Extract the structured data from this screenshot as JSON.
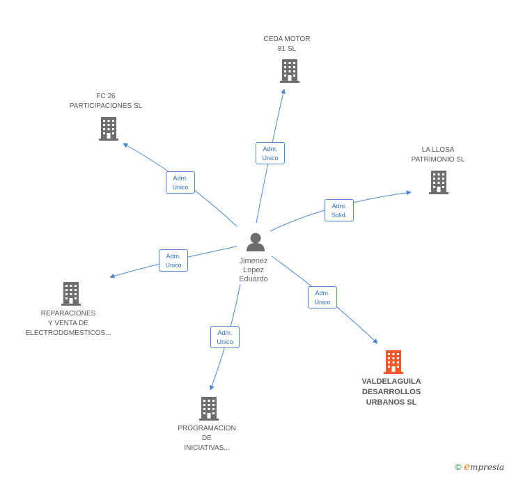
{
  "colors": {
    "edge": "#4a86d4",
    "building": "#6e6e6e",
    "main_building": "#f05a28",
    "person": "#6e6e6e"
  },
  "person": {
    "label": "Jimenez\nLopez\nEduardo",
    "icon": "person-icon"
  },
  "companies": [
    {
      "id": "ceda",
      "label": "CEDA MOTOR\n81 SL",
      "main": false
    },
    {
      "id": "fc26",
      "label": "FC 26\nPARTICIPACIONES SL",
      "main": false
    },
    {
      "id": "llosa",
      "label": "LA LLOSA\nPATRIMONIO SL",
      "main": false
    },
    {
      "id": "reparaciones",
      "label": "REPARACIONES\nY VENTA DE\nELECTRODOMESTICOS...",
      "main": false
    },
    {
      "id": "valdelaguila",
      "label": "VALDELAGUILA\nDESARROLLOS\nURBANOS SL",
      "main": true
    },
    {
      "id": "programacion",
      "label": "PROGRAMACION\nDE\nINICIATIVAS...",
      "main": false
    }
  ],
  "edges": [
    {
      "to": "ceda",
      "label": "Adm.\nUnico"
    },
    {
      "to": "fc26",
      "label": "Adm.\nUnico"
    },
    {
      "to": "llosa",
      "label": "Adm.\nSolid."
    },
    {
      "to": "reparaciones",
      "label": "Adm.\nUnico"
    },
    {
      "to": "valdelaguila",
      "label": "Adm.\nUnico"
    },
    {
      "to": "programacion",
      "label": "Adm.\nUnico"
    }
  ],
  "footer": {
    "copyright": "©",
    "brand_initial": "e",
    "brand_rest": "mpresia"
  }
}
